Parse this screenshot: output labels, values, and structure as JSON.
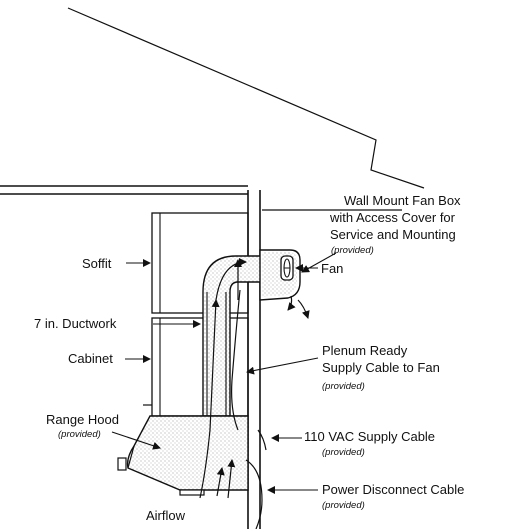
{
  "diagram": {
    "labels": {
      "wall_fan_box": [
        "Wall Mount Fan Box",
        "with Access Cover for",
        "Service and Mounting"
      ],
      "wall_fan_box_note": "(provided)",
      "fan": "Fan",
      "soffit": "Soffit",
      "ductwork": "7 in. Ductwork",
      "cabinet": "Cabinet",
      "range_hood": "Range Hood",
      "range_hood_note": "(provided)",
      "plenum_cable": [
        "Plenum Ready",
        "Supply Cable to Fan"
      ],
      "plenum_cable_note": "(provided)",
      "vac_cable": "110 VAC Supply Cable",
      "vac_cable_note": "(provided)",
      "disconnect_cable": "Power Disconnect Cable",
      "disconnect_cable_note": "(provided)",
      "airflow": "Airflow"
    },
    "colors": {
      "line": "#111111",
      "stipple": "#8a8a8a",
      "background": "#ffffff"
    }
  }
}
